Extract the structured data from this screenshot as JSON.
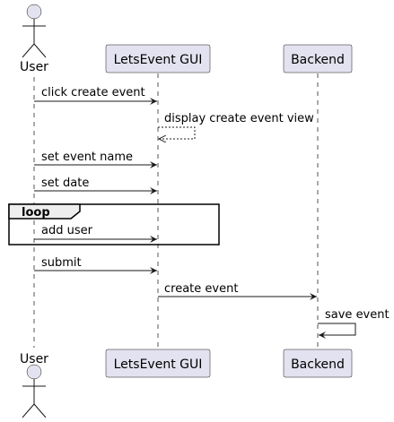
{
  "participants": {
    "user": {
      "name": "User"
    },
    "gui": {
      "name": "LetsEvent GUI"
    },
    "backend": {
      "name": "Backend"
    }
  },
  "frame": {
    "label": "loop"
  },
  "messages": [
    {
      "text": "click create event",
      "from": "user",
      "to": "gui",
      "style": "solid"
    },
    {
      "text": "display create event view",
      "from": "gui",
      "to": "gui",
      "style": "dashed"
    },
    {
      "text": "set event name",
      "from": "user",
      "to": "gui",
      "style": "solid"
    },
    {
      "text": "set date",
      "from": "user",
      "to": "gui",
      "style": "solid"
    },
    {
      "text": "add user",
      "from": "user",
      "to": "gui",
      "style": "solid"
    },
    {
      "text": "submit",
      "from": "user",
      "to": "gui",
      "style": "solid"
    },
    {
      "text": "create event",
      "from": "gui",
      "to": "backend",
      "style": "solid"
    },
    {
      "text": "save event",
      "from": "backend",
      "to": "backend",
      "style": "solid"
    }
  ]
}
